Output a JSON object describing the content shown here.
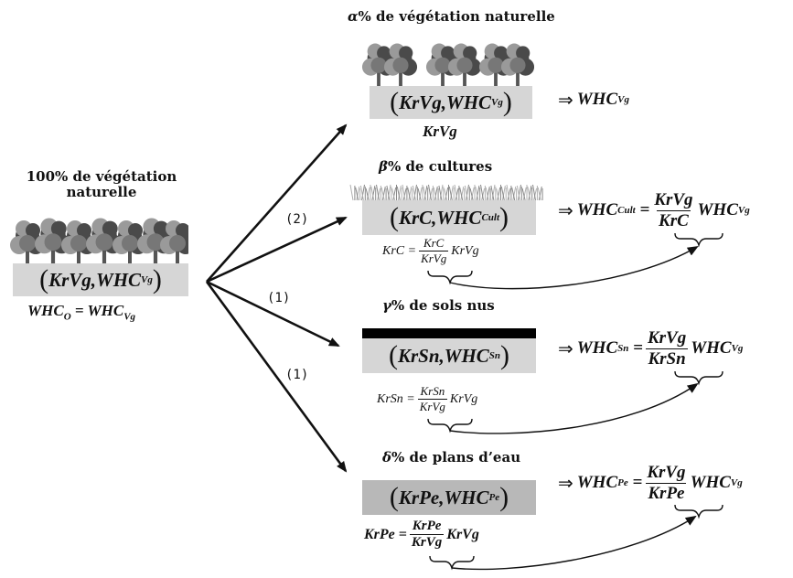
{
  "source": {
    "title_line1": "100% de végétation",
    "title_line2": "naturelle",
    "box": {
      "kr": "KrVg",
      "whc": "WHC",
      "sub": "Vg"
    },
    "eq": {
      "lhs": "WHC",
      "lhs_sub": "O",
      "rhs": "WHC",
      "rhs_sub": "Vg"
    }
  },
  "branches": [
    {
      "greek": "α",
      "title": "% de végétation naturelle",
      "kr": "KrVg",
      "sub": "Vg",
      "below": "KrVg",
      "result": {
        "whc": "WHC",
        "sub": "Vg"
      }
    },
    {
      "greek": "β",
      "title": "% de cultures",
      "kr": "KrC",
      "sub": "Cult",
      "relation": {
        "lhs": "KrC",
        "num": "KrC",
        "den": "KrVg",
        "tail": "KrVg"
      },
      "result": {
        "whc": "WHC",
        "sub": "Cult",
        "num": "KrVg",
        "den": "KrC",
        "tail": "WHC",
        "tail_sub": "Vg"
      }
    },
    {
      "greek": "γ",
      "title": "% de sols nus",
      "kr": "KrSn",
      "sub": "Sn",
      "relation": {
        "lhs": "KrSn",
        "num": "KrSn",
        "den": "KrVg",
        "tail": "KrVg"
      },
      "result": {
        "whc": "WHC",
        "sub": "Sn",
        "num": "KrVg",
        "den": "KrSn",
        "tail": "WHC",
        "tail_sub": "Vg"
      }
    },
    {
      "greek": "δ",
      "title": "% de plans d’eau",
      "kr": "KrPe",
      "sub": "Pe",
      "relation": {
        "lhs": "KrPe",
        "num": "KrPe",
        "den": "KrVg",
        "tail": "KrVg"
      },
      "result": {
        "whc": "WHC",
        "sub": "Pe",
        "num": "KrVg",
        "den": "KrPe",
        "tail": "WHC",
        "tail_sub": "Vg"
      }
    }
  ],
  "arrow_labels": {
    "cultures": "(2)",
    "sols": "(1)",
    "eau": "(1)"
  },
  "symbols": {
    "implies": "⇒",
    "equals": "=",
    "comma": ",",
    "lparen": "(",
    "rparen": ")"
  },
  "colors": {
    "land_box": "#d6d6d6",
    "water_box": "#b8b8b8",
    "bare_soil_bar": "#000000",
    "tree_dark": "#4a4a4a",
    "tree_light": "#9a9a9a"
  }
}
